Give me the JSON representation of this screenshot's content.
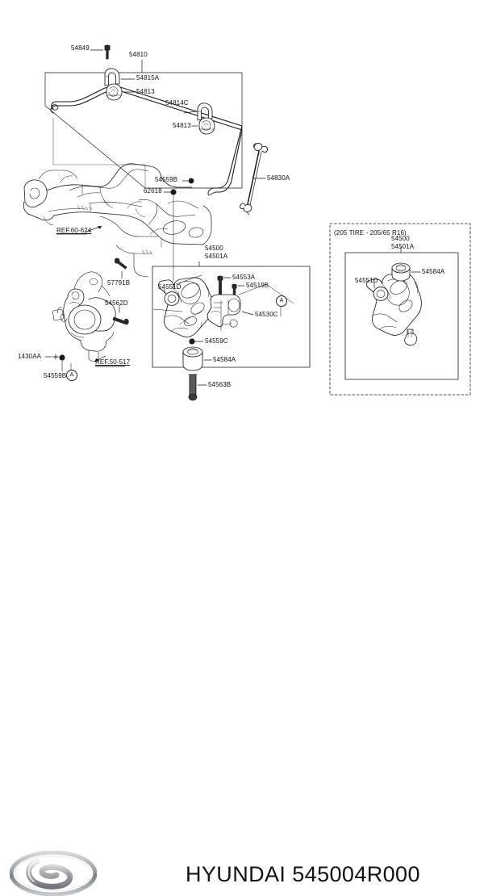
{
  "document": {
    "type": "parts-diagram",
    "brand": "HYUNDAI",
    "part_number": "545004R000",
    "title": "HYUNDAI 545004R000"
  },
  "footer": {
    "brand_label": "HYUNDAI",
    "part_number_label": "545004R000",
    "logo_name": "hyundai-logo"
  },
  "inset": {
    "title": "(205 TIRE - 205/65 R16)",
    "labels": [
      {
        "id": "54500",
        "text": "54500"
      },
      {
        "id": "54501A",
        "text": "54501A"
      },
      {
        "id": "54584A",
        "text": "54584A"
      },
      {
        "id": "54551D",
        "text": "54551D"
      }
    ]
  },
  "callouts": {
    "stabilizer": [
      {
        "text": "54849",
        "name": "callout-54849"
      },
      {
        "text": "54810",
        "name": "callout-54810"
      },
      {
        "text": "54815A",
        "name": "callout-54815A"
      },
      {
        "text": "54813",
        "name": "callout-54813-left"
      },
      {
        "text": "54814C",
        "name": "callout-54814C"
      },
      {
        "text": "54813",
        "name": "callout-54813-right"
      },
      {
        "text": "54830A",
        "name": "callout-54830A"
      },
      {
        "text": "54559B",
        "name": "callout-54559B-bar"
      },
      {
        "text": "62618",
        "name": "callout-62618"
      }
    ],
    "subframe": [
      {
        "text": "REF.60-624",
        "name": "callout-ref-60-624"
      },
      {
        "text": "57791B",
        "name": "callout-57791B"
      }
    ],
    "knuckle": [
      {
        "text": "54562D",
        "name": "callout-54562D"
      },
      {
        "text": "REF.50-517",
        "name": "callout-ref-50-517"
      },
      {
        "text": "1430AA",
        "name": "callout-1430AA"
      },
      {
        "text": "54559B",
        "name": "callout-54559B-knuckle"
      }
    ],
    "control_arm": [
      {
        "text": "54500",
        "name": "callout-54500"
      },
      {
        "text": "54501A",
        "name": "callout-54501A"
      },
      {
        "text": "54551D",
        "name": "callout-54551D"
      },
      {
        "text": "54553A",
        "name": "callout-54553A"
      },
      {
        "text": "54519B",
        "name": "callout-54519B"
      },
      {
        "text": "54530C",
        "name": "callout-54530C"
      },
      {
        "text": "54559C",
        "name": "callout-54559C"
      },
      {
        "text": "54584A",
        "name": "callout-54584A"
      },
      {
        "text": "54563B",
        "name": "callout-54563B"
      }
    ],
    "markers": [
      {
        "text": "A",
        "name": "marker-a-arm"
      },
      {
        "text": "A",
        "name": "marker-a-knuckle"
      }
    ]
  },
  "colors": {
    "line": "#1a1a1a",
    "text": "#111111",
    "background": "#ffffff",
    "logo_silver": "#b9bcbe",
    "logo_dark": "#6f7376"
  }
}
